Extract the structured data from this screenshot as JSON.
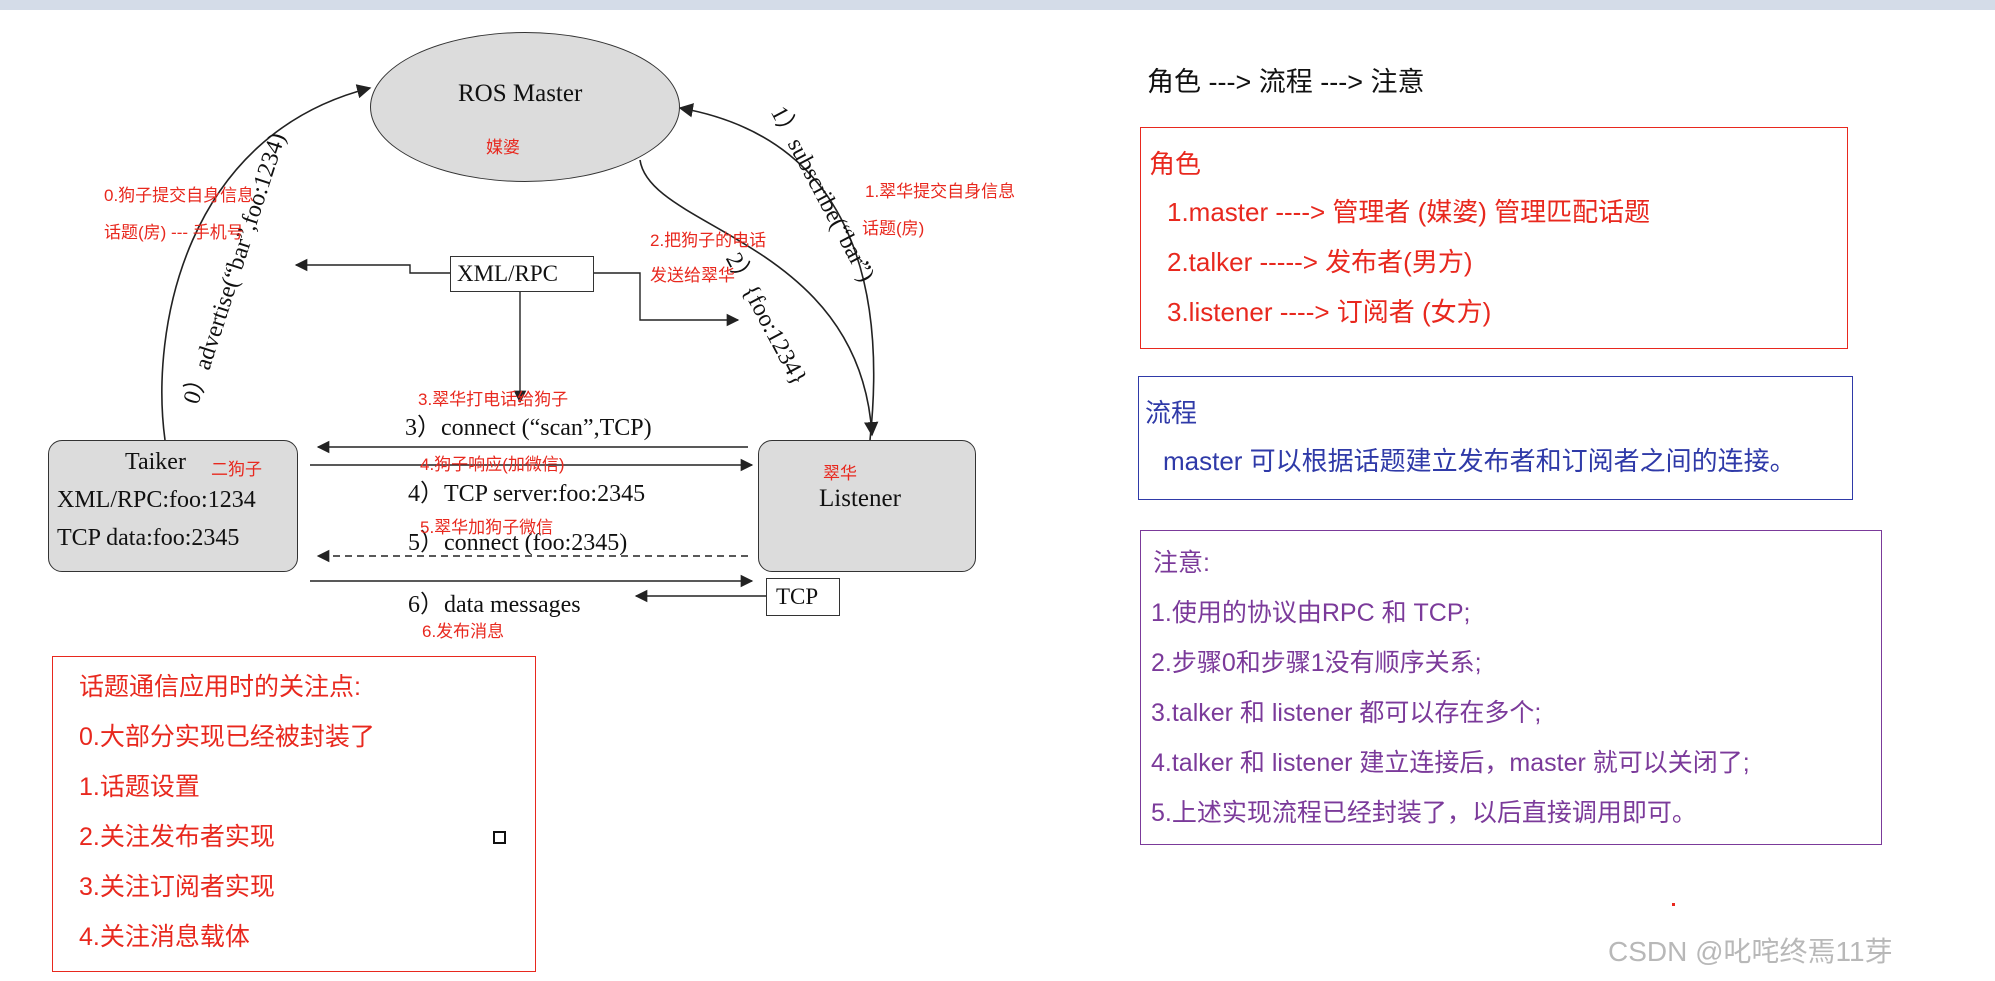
{
  "diagram": {
    "master": {
      "title": "ROS Master",
      "note": "媒婆"
    },
    "talker": {
      "title": "Taiker",
      "note": "二狗子",
      "line1": "XML/RPC:foo:1234",
      "line2": "TCP data:foo:2345"
    },
    "listener": {
      "title": "Listener",
      "note": "翠华"
    },
    "xmlrpc_label": "XML/RPC",
    "tcp_label": "TCP",
    "step0": "0）advertise(“bar”,foo:1234)",
    "step1": "1）subscribe(“bar”)",
    "step2": "2）{foo:1234}",
    "step3": "3）connect (“scan”,TCP)",
    "step4": "4）TCP server:foo:2345",
    "step5": "5）connect (foo:2345)",
    "step6": "6）data messages",
    "note0_line1": "0.狗子提交自身信息",
    "note0_line2": "话题(房) --- 手机号",
    "note1_line1": "1.翠华提交自身信息",
    "note1_line2": "话题(房)",
    "note2_line1": "2.把狗子的电话",
    "note2_line2": "发送给翠华",
    "note3": "3.翠华打电话给狗子",
    "note4": "4.狗子响应(加微信)",
    "note5": "5.翠华加狗子微信",
    "note6": "6.发布消息"
  },
  "focus_box": {
    "items": [
      "话题通信应用时的关注点:",
      "0.大部分实现已经被封装了",
      "1.话题设置",
      "2.关注发布者实现",
      "3.关注订阅者实现",
      "4.关注消息载体"
    ]
  },
  "heading": "角色 ---> 流程 ---> 注意",
  "roles_box": {
    "title": "角色",
    "items": [
      "1.master  ----> 管理者 (媒婆) 管理匹配话题",
      "2.talker   -----> 发布者(男方)",
      "3.listener ----> 订阅者 (女方)"
    ]
  },
  "process_box": {
    "title": "流程",
    "text": "master 可以根据话题建立发布者和订阅者之间的连接。"
  },
  "notes_box": {
    "title": "注意:",
    "items": [
      "1.使用的协议由RPC 和 TCP;",
      "2.步骤0和步骤1没有顺序关系;",
      "3.talker 和 listener 都可以存在多个;",
      "4.talker 和 listener 建立连接后，master 就可以关闭了;",
      "5.上述实现流程已经封装了，以后直接调用即可。"
    ]
  },
  "watermark": "CSDN @叱咤终焉11芽",
  "colors": {
    "red": "#e8281e",
    "blue": "#2f3aa8",
    "purple": "#7b3a9a",
    "node_fill": "#dcdcdc"
  }
}
